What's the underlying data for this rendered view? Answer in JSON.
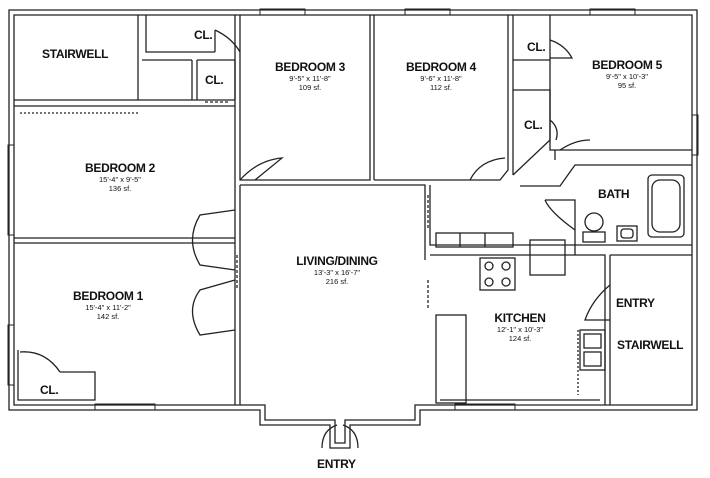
{
  "rooms": {
    "bedroom1": {
      "name": "BEDROOM 1",
      "dims": "15'-4\" x 11'-2\"",
      "area": "142 sf."
    },
    "bedroom2": {
      "name": "BEDROOM 2",
      "dims": "15'-4\" x 9'-5\"",
      "area": "136 sf."
    },
    "bedroom3": {
      "name": "BEDROOM 3",
      "dims": "9'-5\" x 11'-8\"",
      "area": "109 sf."
    },
    "bedroom4": {
      "name": "BEDROOM 4",
      "dims": "9'-6\" x 11'-8\"",
      "area": "112 sf."
    },
    "bedroom5": {
      "name": "BEDROOM 5",
      "dims": "9'-5\" x 10'-3\"",
      "area": "95 sf."
    },
    "living": {
      "name": "LIVING/DINING",
      "dims": "13'-3\" x 16'-7\"",
      "area": "216 sf."
    },
    "kitchen": {
      "name": "KITCHEN",
      "dims": "12'-1\" x 10'-3\"",
      "area": "124 sf."
    }
  },
  "labels": {
    "stairwell_top": "STAIRWELL",
    "stairwell_right": "STAIRWELL",
    "entry_right": "ENTRY",
    "entry_bottom": "ENTRY",
    "bath": "BATH",
    "closet": "CL."
  }
}
